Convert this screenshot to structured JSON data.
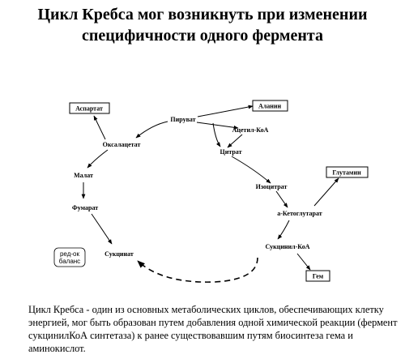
{
  "slide": {
    "title_line1": "Цикл Кребса мог возникнуть при изменении",
    "title_line2": "специфичности одного фермента",
    "caption": "Цикл Кребса - один из основных метаболических циклов, обеспечивающих клетку энергией, мог быть образован путем добавления одной химической реакции (фермент сукцинилКоА синтетаза) к ранее существовавшим путям биосинтеза гема и аминокислот."
  },
  "diagram": {
    "nodes": {
      "aspartate": "Аспартат",
      "alanine": "Аланин",
      "pyruvate": "Пируват",
      "acetyl_coa": "Ацетил-КоА",
      "oxaloacetate": "Оксалацетат",
      "citrate": "Цитрат",
      "malate": "Малат",
      "glutamine": "Глутамин",
      "isocitrate": "Изоцитрат",
      "fumarate": "Фумарат",
      "a_ketoglutarate": "а-Кетоглутарат",
      "succinyl_coa": "Сукцинил-КоА",
      "succinate": "Сукцинат",
      "heme": "Гем"
    },
    "redox_line1": "ред-ок",
    "redox_line2": "баланс"
  }
}
